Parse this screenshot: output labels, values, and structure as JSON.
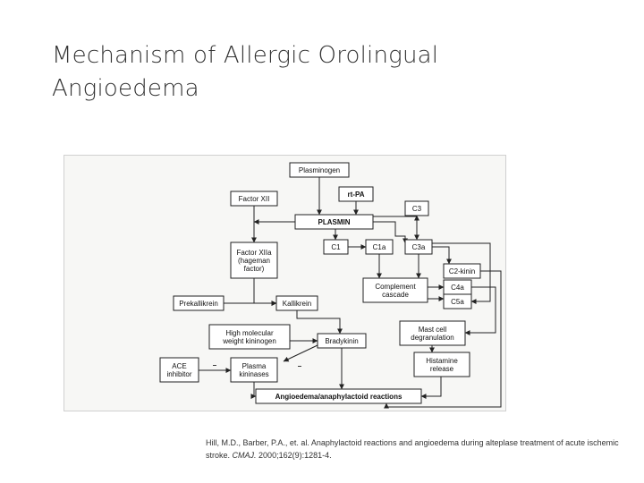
{
  "title": {
    "line1": "Mechanism of Allergic Orolingual",
    "line2": "Angioedema"
  },
  "diagram": {
    "nodes": {
      "plasminogen": [
        "Plasminogen"
      ],
      "rtpa": [
        "rt-PA"
      ],
      "factor_xii": [
        "Factor XII"
      ],
      "c3": [
        "C3"
      ],
      "plasmin": [
        "PLASMIN"
      ],
      "c1": [
        "C1"
      ],
      "c1a": [
        "C1a"
      ],
      "c3a": [
        "C3a"
      ],
      "factor_xiia": [
        "Factor XIIa",
        "(hageman",
        "factor)"
      ],
      "c2kinin": [
        "C2-kinin"
      ],
      "c4a": [
        "C4a"
      ],
      "c5a": [
        "C5a"
      ],
      "complement": [
        "Complement",
        "cascade"
      ],
      "prekallikrein": [
        "Prekallikrein"
      ],
      "kallikrein": [
        "Kallikrein"
      ],
      "hmwk": [
        "High molecular",
        "weight kininogen"
      ],
      "mast_cell": [
        "Mast cell",
        "degranulation"
      ],
      "bradykinin": [
        "Bradykinin"
      ],
      "histamine": [
        "Histamine",
        "release"
      ],
      "ace": [
        "ACE",
        "inhibitor"
      ],
      "plasma_kininases": [
        "Plasma",
        "kininases"
      ],
      "angioedema": [
        "Angioedema/anaphylactoid reactions"
      ]
    },
    "inhibit_signs": [
      "–",
      "–"
    ]
  },
  "citation": {
    "part1": "Hill, M.D., Barber, P.A., et. al. Anaphylactoid reactions and angioedema during alteplase treatment of acute ischemic stroke.",
    "journal": "CMAJ.",
    "part2": "2000;162(9):1281-4."
  }
}
